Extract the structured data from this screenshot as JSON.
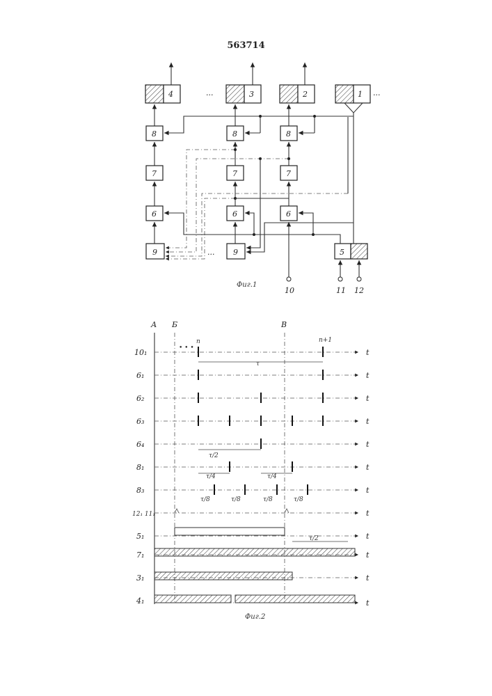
{
  "patent_number": "563714",
  "fig1": {
    "caption": "Фиг.1",
    "ellipsis": "...",
    "regs": [
      "4",
      "3",
      "2",
      "1"
    ],
    "b8": [
      "8",
      "8",
      "8"
    ],
    "b7": [
      "7",
      "7",
      "7"
    ],
    "b6": [
      "6",
      "6",
      "6"
    ],
    "b9": [
      "9",
      "9"
    ],
    "b5": "5",
    "in10": "10",
    "in11": "11",
    "in12": "12"
  },
  "fig2": {
    "caption": "Фиг.2",
    "col_a": "А",
    "col_b": "Б",
    "col_v": "В",
    "n": "n",
    "n1": "n+1",
    "dots": "• • •",
    "t": "t",
    "rows": [
      "10₁",
      "6₁",
      "6₂",
      "6₃",
      "6₄",
      "8₁",
      "8₃",
      "12₁ 11₁",
      "5₁",
      "7₁",
      "3₁",
      "4₁"
    ],
    "tau": "τ",
    "tau2": "τ/2",
    "tau4": "τ/4",
    "tau8": "τ/8"
  }
}
